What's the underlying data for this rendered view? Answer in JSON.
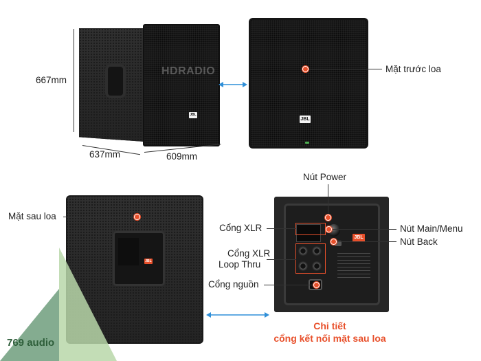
{
  "dimensions": {
    "height": "667mm",
    "depth": "637mm",
    "width": "609mm"
  },
  "watermark": {
    "text": "HDRADIO"
  },
  "labels": {
    "front": "Mặt trước loa",
    "back": "Mặt sau loa",
    "power": "Nút Power",
    "xlr": "Cổng XLR",
    "main_menu": "Nút Main/Menu",
    "back_btn": "Nút Back",
    "xlr_thru_1": "Cổng XLR",
    "xlr_thru_2": "Loop Thru",
    "power_port": "Cổng nguồn"
  },
  "caption": {
    "line1": "Chi tiết",
    "line2": "cổng kết nối mặt sau loa"
  },
  "brand": {
    "logo": "JBL",
    "corner": "769 audio"
  },
  "colors": {
    "accent": "#e8502b",
    "arrow": "#2f8fd8",
    "triangle": "#6f9e7d",
    "triangle_light": "#b8d7a9"
  }
}
